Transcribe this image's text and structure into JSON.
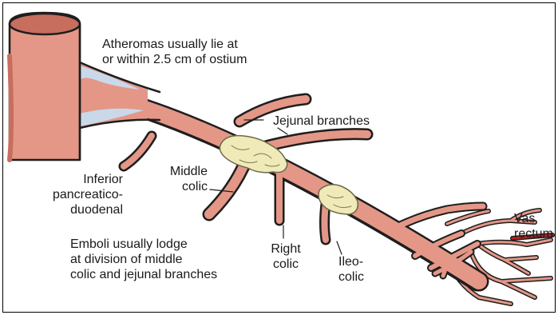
{
  "labels": {
    "atheroma": "Atheromas usually lie at\nor within 2.5 cm of ostium",
    "jejunal": "Jejunal branches",
    "inferior": "Inferior\npancreatico-\nduodenal",
    "middle_colic": "Middle\ncolic",
    "emboli": "Emboli usually lodge\nat division of middle\ncolic and jejunal branches",
    "right_colic": "Right\ncolic",
    "ileocolic": "Ileo-\ncolic",
    "vas": "Vas\nrectum"
  },
  "colors": {
    "vessel_fill": "#e49787",
    "vessel_outline": "#1e1e1e",
    "vessel_shade": "#c86e5e",
    "atheroma_blue": "#c9d9ea",
    "plaque_fill": "#efeab8",
    "vas_red": "#b81f1f"
  }
}
